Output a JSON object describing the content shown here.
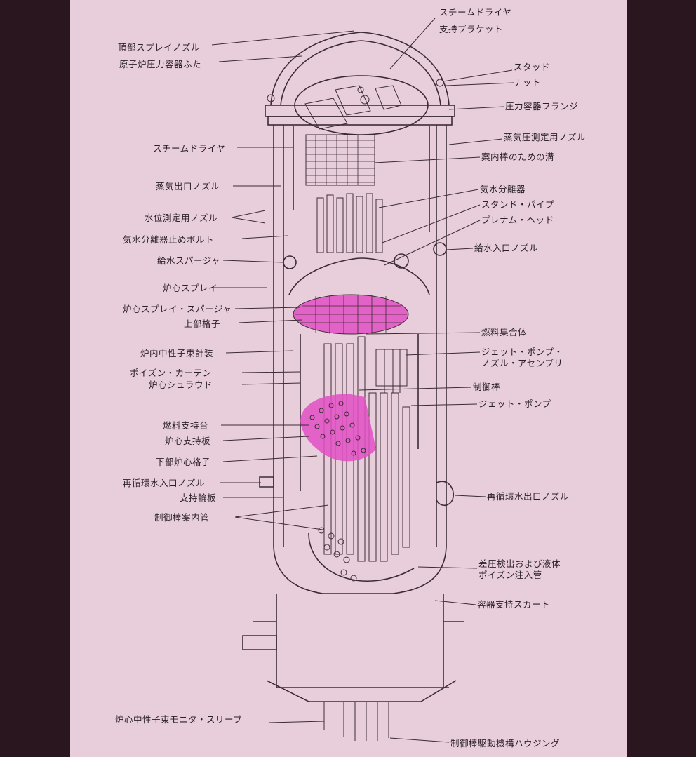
{
  "labels": {
    "left": [
      "頂部スプレイノズル",
      "原子炉圧力容器ふた",
      "スチームドライヤ",
      "蒸気出口ノズル",
      "水位測定用ノズル",
      "気水分離器止めボルト",
      "給水スパージャ",
      "炉心スプレイ",
      "炉心スプレイ・スパージャ",
      "上部格子",
      "炉内中性子束計装",
      "ポイズン・カーテン",
      "炉心シュラウド",
      "燃料支持台",
      "炉心支持板",
      "下部炉心格子",
      "再循環水入口ノズル",
      "支持輪板",
      "制御棒案内管",
      "炉心中性子束モニタ・スリーブ"
    ],
    "right": [
      "スチームドライヤ",
      "支持ブラケット",
      "スタッド",
      "ナット",
      "圧力容器フランジ",
      "蒸気圧測定用ノズル",
      "案内棒のための溝",
      "気水分離器",
      "スタンド・パイプ",
      "プレナム・ヘッド",
      "給水入口ノズル",
      "燃料集合体",
      "ジェット・ポンプ・",
      "ノズル・アセンブリ",
      "制御棒",
      "ジェット・ポンプ",
      "再循環水出口ノズル",
      "差圧検出および液体",
      "ポイズン注入管",
      "容器支持スカート",
      "制御棒駆動機構ハウジング"
    ]
  },
  "colors": {
    "background": "#2a161f",
    "paper": "#e8cedb",
    "ink": "#3b2c34",
    "highlight": "#e24fc4"
  }
}
